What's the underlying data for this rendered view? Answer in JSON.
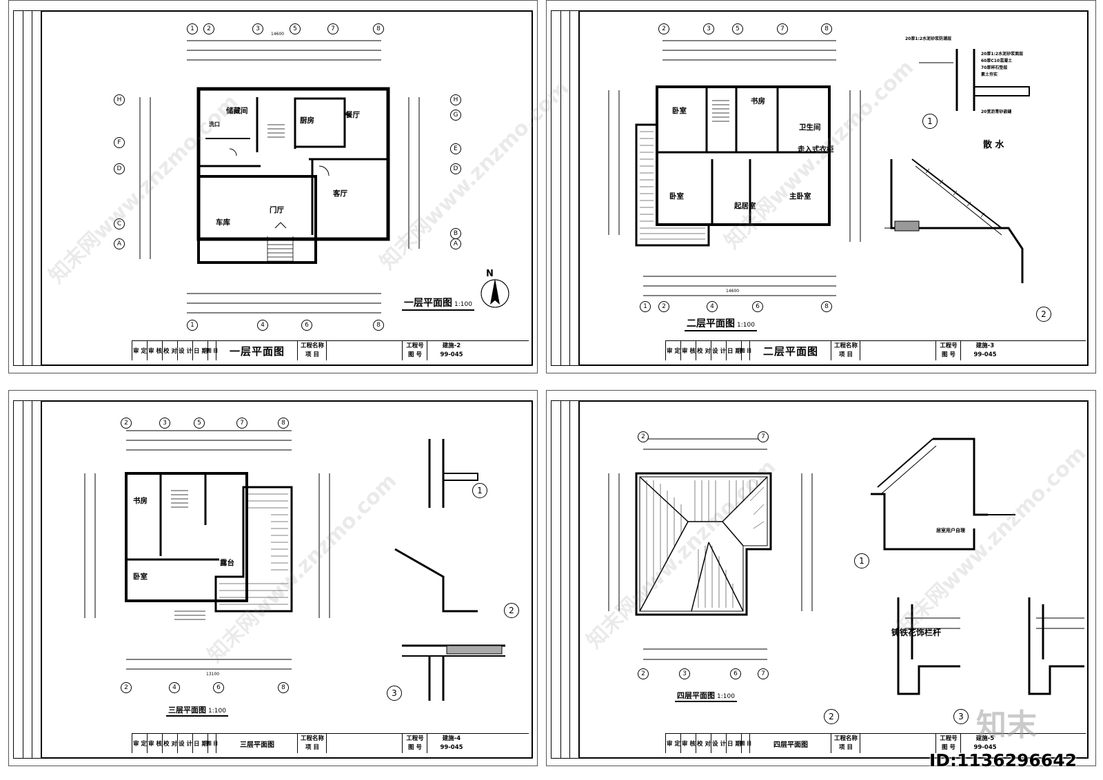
{
  "titleblock_headers": [
    "审 定",
    "审 核",
    "校 对",
    "设 计",
    "日 期",
    "图 目"
  ],
  "titleblock_labels": {
    "project_name": "工程名称",
    "item": "项 目",
    "project_no": "工程号",
    "drawing_no": "图 号"
  },
  "sheets": [
    {
      "drawing_title": "一层平面图",
      "scale": "1:100",
      "sheet_title": "一层平面图",
      "project_no": "建施-2",
      "drawing_no": "99-045",
      "axes_top": [
        "1",
        "2",
        "3",
        "5",
        "7",
        "8"
      ],
      "axes_bottom": [
        "1",
        "4",
        "6",
        "8"
      ],
      "axes_side": [
        "H",
        "G",
        "F",
        "E",
        "D",
        "C",
        "B",
        "A"
      ],
      "overall_dim": "14600",
      "rooms": [
        "储藏间",
        "厨房",
        "餐厅",
        "客厅",
        "车库",
        "门厅",
        "洗口"
      ],
      "north": "N"
    },
    {
      "drawing_title": "二层平面图",
      "scale": "1:100",
      "sheet_title": "二层平面图",
      "project_no": "建施-3",
      "drawing_no": "99-045",
      "axes_top": [
        "2",
        "3",
        "5",
        "7",
        "8"
      ],
      "axes_bottom": [
        "1",
        "2",
        "4",
        "6",
        "8"
      ],
      "overall_dim": "14600",
      "rooms": [
        "卧室",
        "书房",
        "卫生间",
        "走入式衣柜",
        "起居室",
        "主卧室",
        "卧室"
      ],
      "detail_notes": [
        "20厚1:2水泥砂浆防潮层",
        "20厚1:2水泥砂浆面层",
        "60厚C10混凝土",
        "70厚碎石垫层",
        "素土夯实",
        "20宽沥青砂嵌缝"
      ],
      "detail_title": "散 水",
      "detail_nums": [
        "1",
        "2"
      ]
    },
    {
      "drawing_title": "三层平面图",
      "scale": "1:100",
      "sheet_title": "三层平面图",
      "project_no": "建施-4",
      "drawing_no": "99-045",
      "axes_top": [
        "2",
        "3",
        "5",
        "7",
        "8"
      ],
      "axes_bottom": [
        "2",
        "4",
        "6",
        "8"
      ],
      "overall_dim": "13100",
      "rooms": [
        "书房",
        "卧室",
        "露台"
      ],
      "detail_nums": [
        "1",
        "2",
        "3"
      ]
    },
    {
      "drawing_title": "四层平面图",
      "scale": "1:100",
      "sheet_title": "四层平面图",
      "project_no": "建施-5",
      "drawing_no": "99-045",
      "axes_top": [
        "2",
        "7"
      ],
      "axes_bottom": [
        "2",
        "3",
        "6",
        "7"
      ],
      "rooms": [],
      "detail_notes": [
        "铸铁花饰栏杆",
        "居室用户自理"
      ],
      "detail_nums": [
        "1",
        "2",
        "3"
      ]
    }
  ],
  "watermark": "知末网www.znzmo.com",
  "id_tag": "ID:1136296642",
  "logo": "知末"
}
